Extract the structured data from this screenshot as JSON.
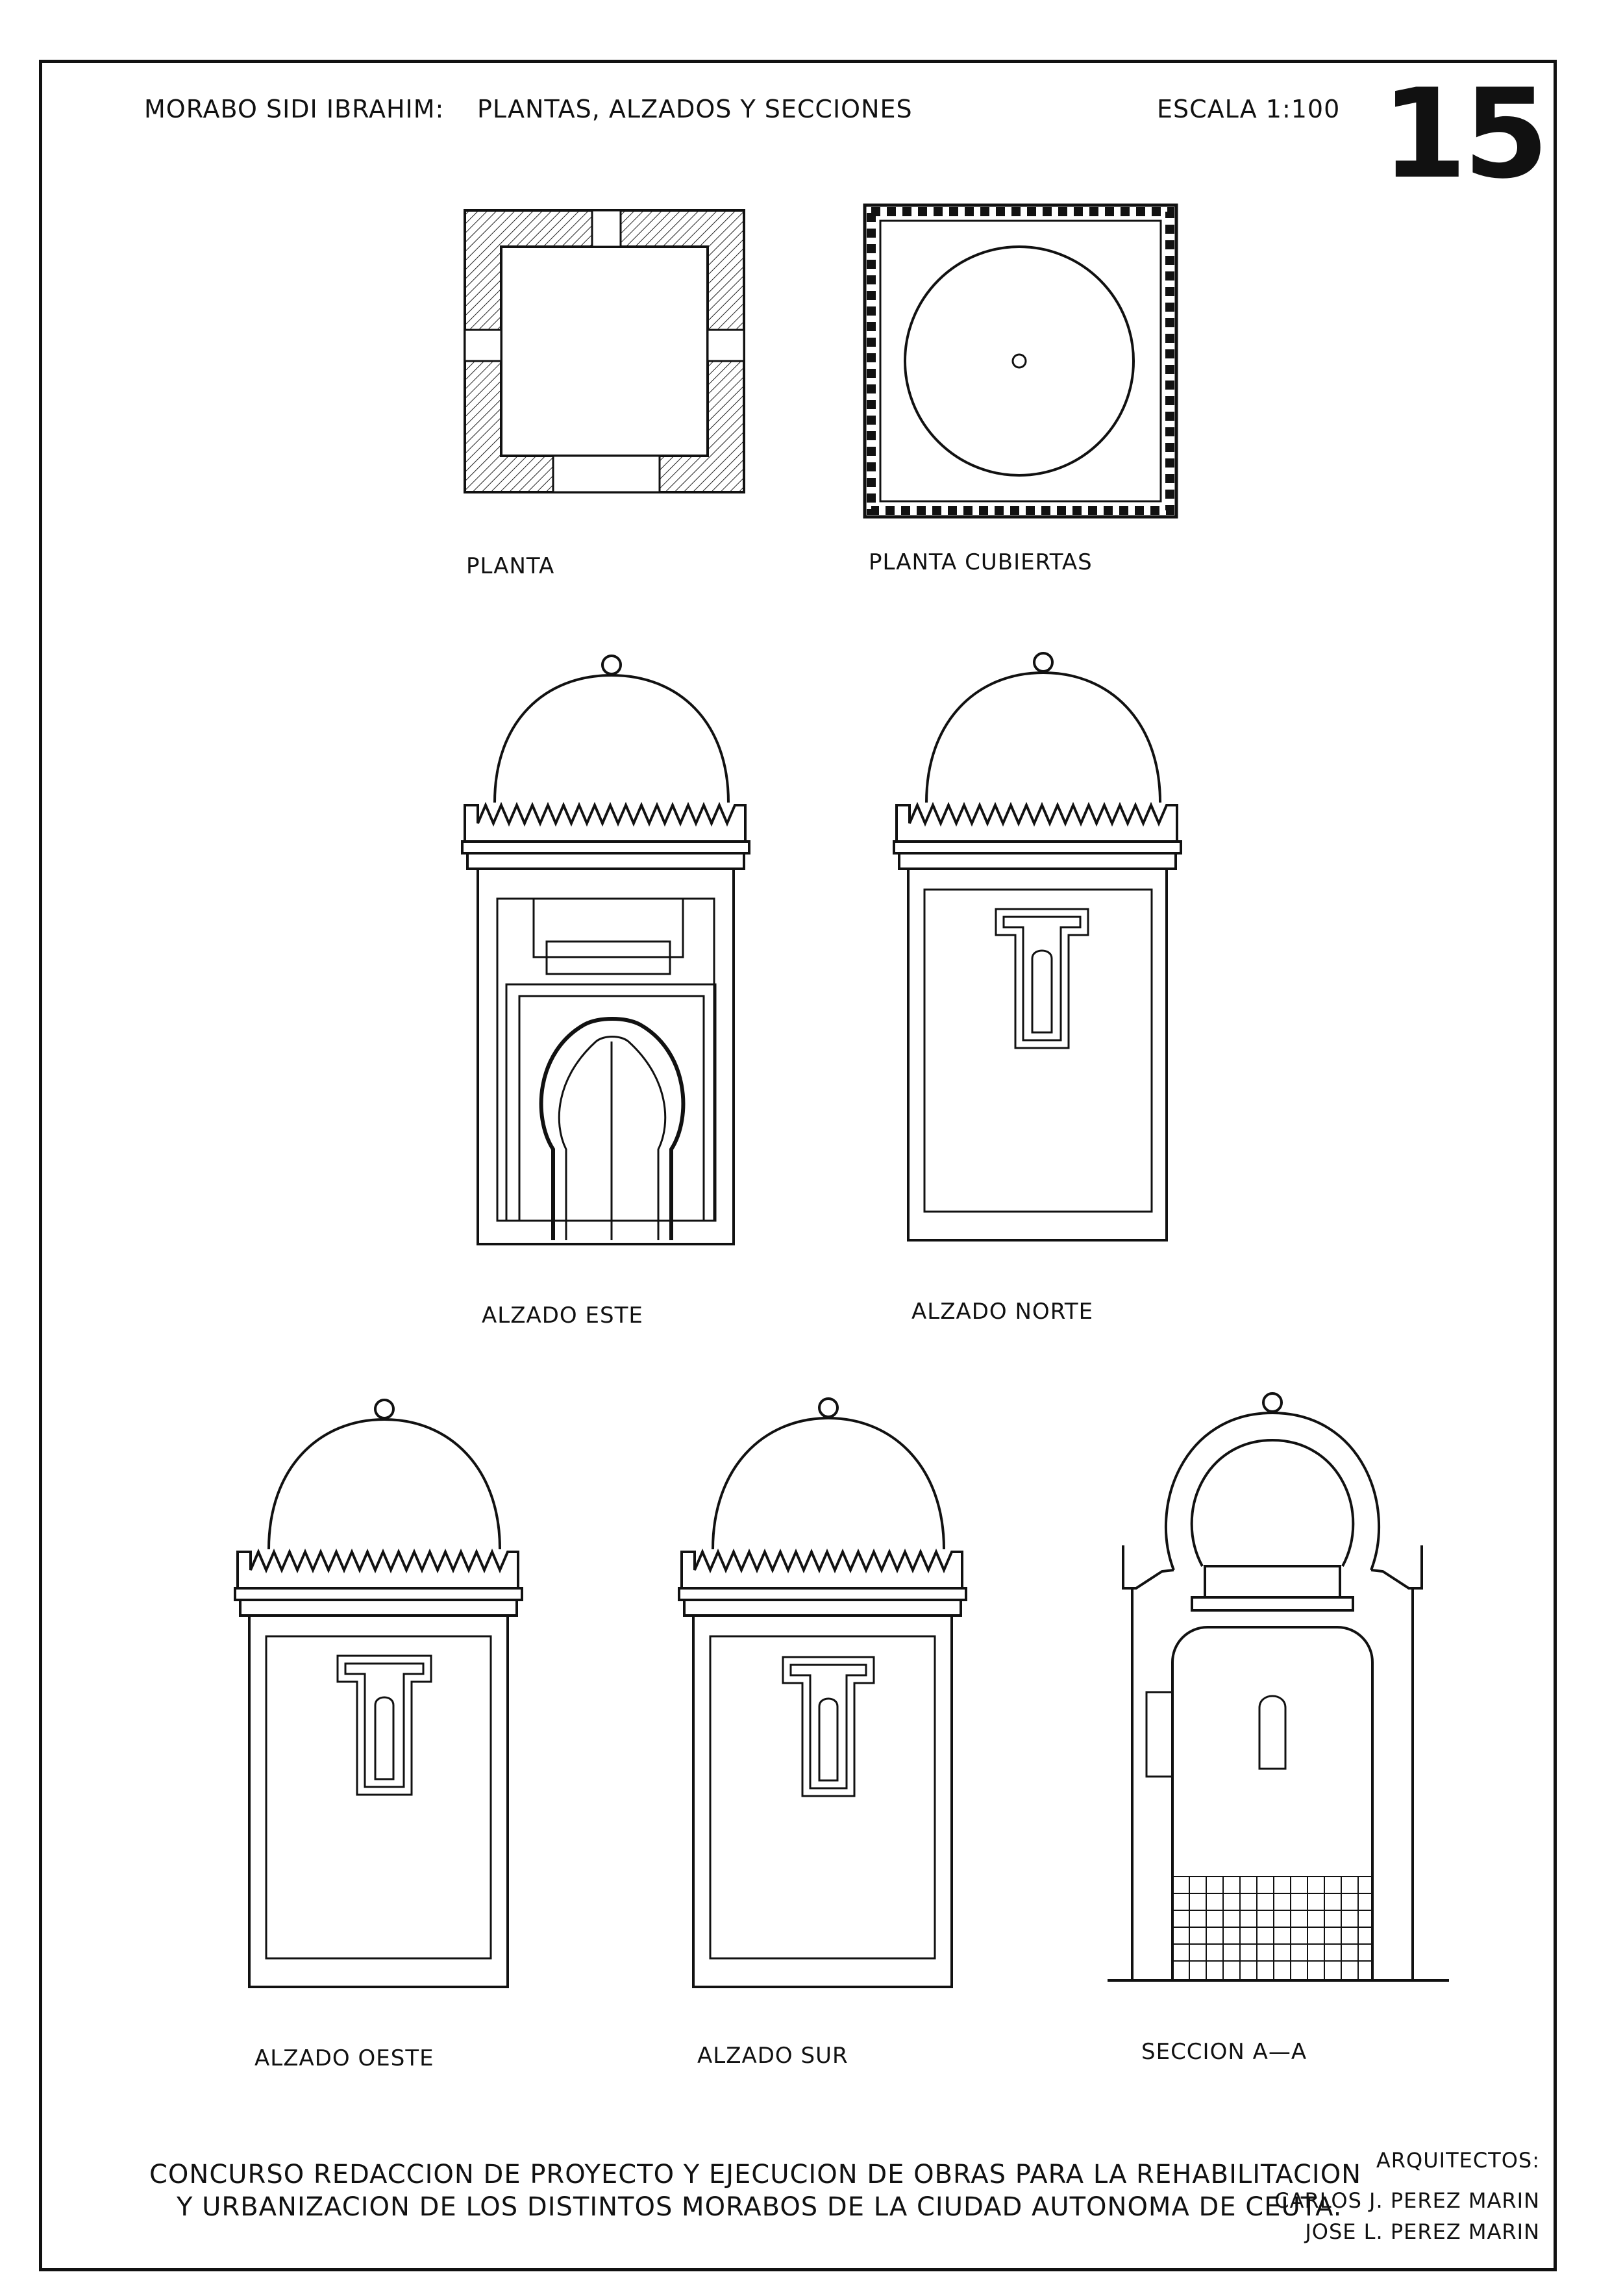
{
  "header": {
    "project": "MORABO SIDI IBRAHIM:",
    "subject": "PLANTAS, ALZADOS Y SECCIONES",
    "scale": "ESCALA 1:100",
    "sheet_number": "15"
  },
  "views": {
    "planta": "PLANTA",
    "planta_cubiertas": "PLANTA CUBIERTAS",
    "alzado_este": "ALZADO ESTE",
    "alzado_norte": "ALZADO NORTE",
    "alzado_oeste": "ALZADO OESTE",
    "alzado_sur": "ALZADO SUR",
    "seccion": "SECCION A—A"
  },
  "footer": {
    "line1": "CONCURSO REDACCION DE PROYECTO Y EJECUCION DE OBRAS PARA LA REHABILITACION",
    "line2": "Y URBANIZACION DE LOS DISTINTOS MORABOS DE LA CIUDAD AUTONOMA DE CEUTA."
  },
  "architects": {
    "heading": "ARQUITECTOS:",
    "names": [
      "CARLOS J. PEREZ MARIN",
      "JOSE L. PEREZ MARIN"
    ]
  }
}
